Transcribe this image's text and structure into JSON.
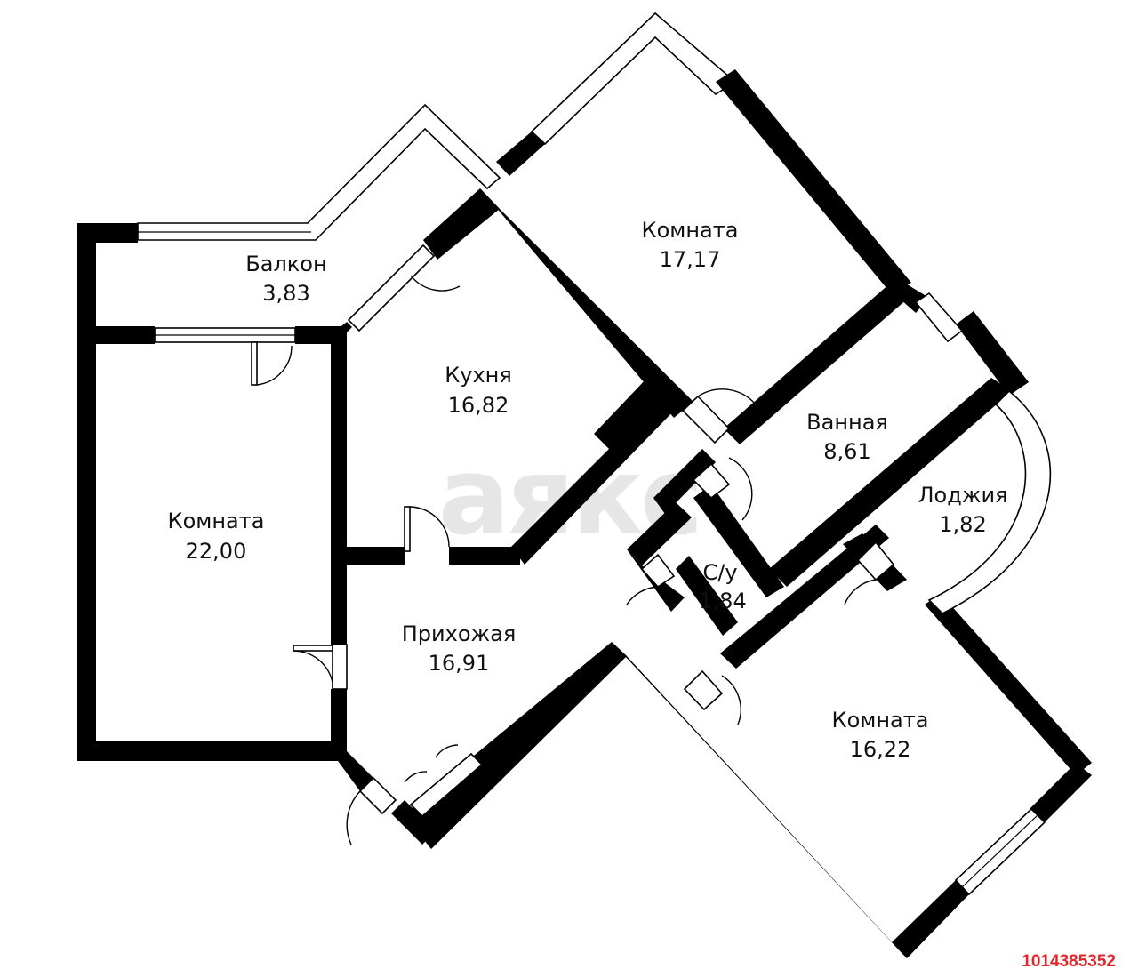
{
  "watermark": "аякс",
  "listing_id": "1014385352",
  "colors": {
    "wall": "#000000",
    "background": "#ffffff",
    "watermark": "#e6e6e6",
    "listing_id": "#e3262b"
  },
  "rooms": [
    {
      "id": "balcony",
      "name": "Балкон",
      "area": "3,83"
    },
    {
      "id": "room-nw",
      "name": "Комната",
      "area": "17,17"
    },
    {
      "id": "kitchen",
      "name": "Кухня",
      "area": "16,82"
    },
    {
      "id": "bathroom",
      "name": "Ванная",
      "area": "8,61"
    },
    {
      "id": "room-w",
      "name": "Комната",
      "area": "22,00"
    },
    {
      "id": "loggia",
      "name": "Лоджия",
      "area": "1,82"
    },
    {
      "id": "wc",
      "name": "С/у",
      "area": "1,84"
    },
    {
      "id": "hallway",
      "name": "Прихожая",
      "area": "16,91"
    },
    {
      "id": "room-se",
      "name": "Комната",
      "area": "16,22"
    }
  ]
}
